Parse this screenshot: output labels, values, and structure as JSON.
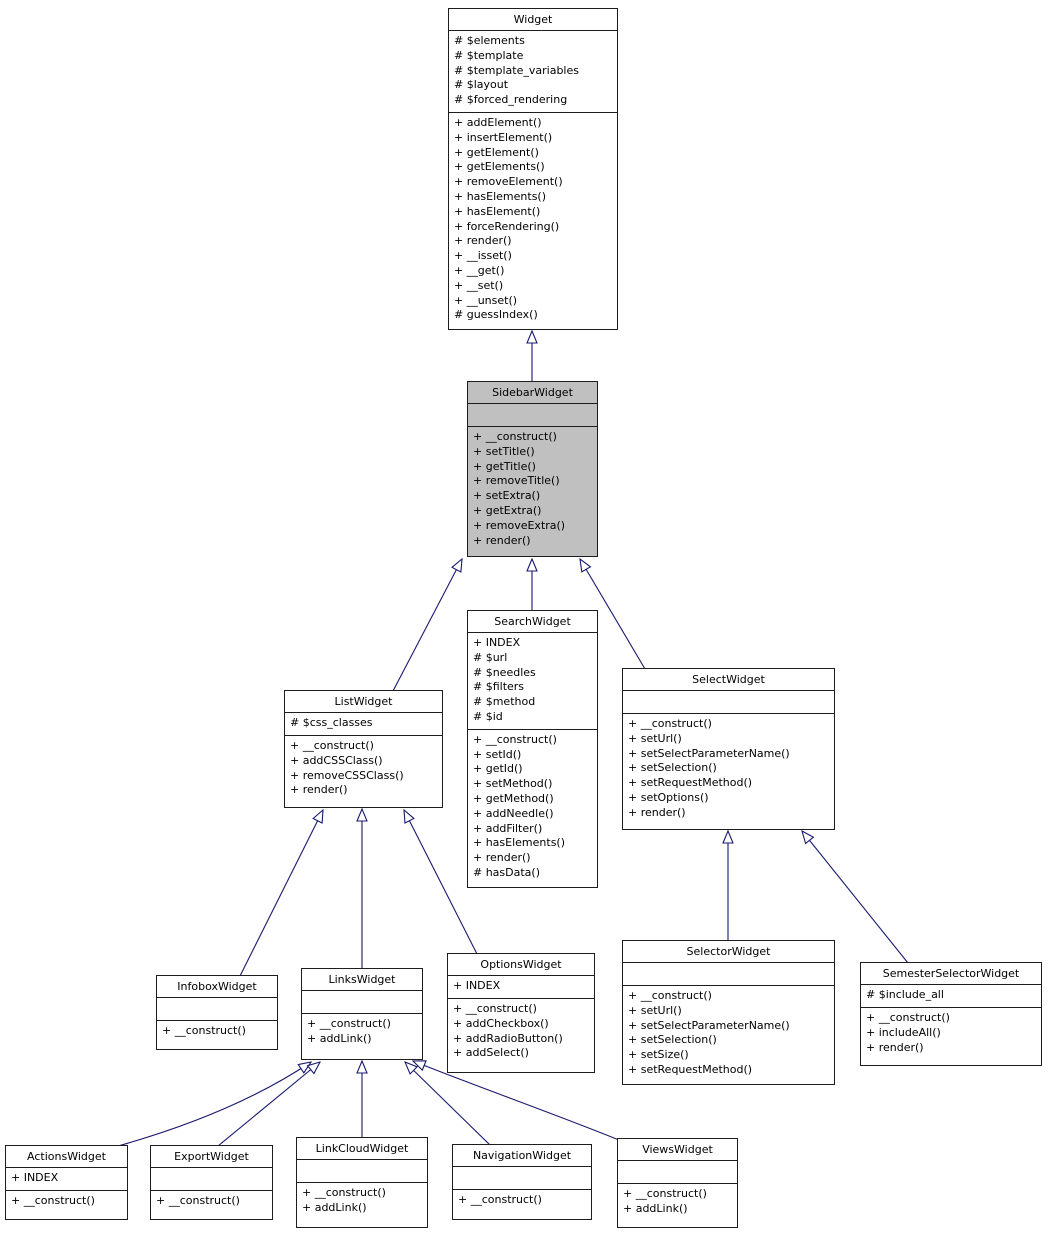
{
  "colors": {
    "edge": "#191970",
    "border": "#1d1d1d",
    "node_fill": "#ffffff",
    "highlight_fill": "#c0c0c0"
  },
  "classes": [
    {
      "name": "Widget",
      "attributes": [
        "# $elements",
        "# $template",
        "# $template_variables",
        "# $layout",
        "# $forced_rendering"
      ],
      "methods": [
        "+ addElement()",
        "+ insertElement()",
        "+ getElement()",
        "+ getElements()",
        "+ removeElement()",
        "+ hasElements()",
        "+ hasElement()",
        "+ forceRendering()",
        "+ render()",
        "+ __isset()",
        "+ __get()",
        "+ __set()",
        "+ __unset()",
        "# guessIndex()"
      ]
    },
    {
      "name": "SidebarWidget",
      "attributes": [],
      "methods": [
        "+ __construct()",
        "+ setTitle()",
        "+ getTitle()",
        "+ removeTitle()",
        "+ setExtra()",
        "+ getExtra()",
        "+ removeExtra()",
        "+ render()"
      ]
    },
    {
      "name": "SearchWidget",
      "attributes": [
        "+ INDEX",
        "# $url",
        "# $needles",
        "# $filters",
        "# $method",
        "# $id"
      ],
      "methods": [
        "+ __construct()",
        "+ setId()",
        "+ getId()",
        "+ setMethod()",
        "+ getMethod()",
        "+ addNeedle()",
        "+ addFilter()",
        "+ hasElements()",
        "+ render()",
        "# hasData()"
      ]
    },
    {
      "name": "ListWidget",
      "attributes": [
        "# $css_classes"
      ],
      "methods": [
        "+ __construct()",
        "+ addCSSClass()",
        "+ removeCSSClass()",
        "+ render()"
      ]
    },
    {
      "name": "SelectWidget",
      "attributes": [],
      "methods": [
        "+ __construct()",
        "+ setUrl()",
        "+ setSelectParameterName()",
        "+ setSelection()",
        "+ setRequestMethod()",
        "+ setOptions()",
        "+ render()"
      ]
    },
    {
      "name": "InfoboxWidget",
      "attributes": [],
      "methods": [
        "+ __construct()"
      ]
    },
    {
      "name": "LinksWidget",
      "attributes": [],
      "methods": [
        "+ __construct()",
        "+ addLink()"
      ]
    },
    {
      "name": "OptionsWidget",
      "attributes": [
        "+ INDEX"
      ],
      "methods": [
        "+ __construct()",
        "+ addCheckbox()",
        "+ addRadioButton()",
        "+ addSelect()"
      ]
    },
    {
      "name": "SelectorWidget",
      "attributes": [],
      "methods": [
        "+ __construct()",
        "+ setUrl()",
        "+ setSelectParameterName()",
        "+ setSelection()",
        "+ setSize()",
        "+ setRequestMethod()"
      ]
    },
    {
      "name": "SemesterSelectorWidget",
      "attributes": [
        "# $include_all"
      ],
      "methods": [
        "+ __construct()",
        "+ includeAll()",
        "+ render()"
      ]
    },
    {
      "name": "ActionsWidget",
      "attributes": [
        "+ INDEX"
      ],
      "methods": [
        "+ __construct()"
      ]
    },
    {
      "name": "ExportWidget",
      "attributes": [],
      "methods": [
        "+ __construct()"
      ]
    },
    {
      "name": "LinkCloudWidget",
      "attributes": [],
      "methods": [
        "+ __construct()",
        "+ addLink()"
      ]
    },
    {
      "name": "NavigationWidget",
      "attributes": [],
      "methods": [
        "+ __construct()"
      ]
    },
    {
      "name": "ViewsWidget",
      "attributes": [],
      "methods": [
        "+ __construct()",
        "+ addLink()"
      ]
    }
  ],
  "edges": [
    {
      "from": "SidebarWidget",
      "to": "Widget",
      "type": "inheritance"
    },
    {
      "from": "ListWidget",
      "to": "SidebarWidget",
      "type": "inheritance"
    },
    {
      "from": "SearchWidget",
      "to": "SidebarWidget",
      "type": "inheritance"
    },
    {
      "from": "SelectWidget",
      "to": "SidebarWidget",
      "type": "inheritance"
    },
    {
      "from": "InfoboxWidget",
      "to": "ListWidget",
      "type": "inheritance"
    },
    {
      "from": "LinksWidget",
      "to": "ListWidget",
      "type": "inheritance"
    },
    {
      "from": "OptionsWidget",
      "to": "ListWidget",
      "type": "inheritance"
    },
    {
      "from": "SelectorWidget",
      "to": "SelectWidget",
      "type": "inheritance"
    },
    {
      "from": "SemesterSelectorWidget",
      "to": "SelectWidget",
      "type": "inheritance"
    },
    {
      "from": "ActionsWidget",
      "to": "LinksWidget",
      "type": "inheritance"
    },
    {
      "from": "ExportWidget",
      "to": "LinksWidget",
      "type": "inheritance"
    },
    {
      "from": "LinkCloudWidget",
      "to": "LinksWidget",
      "type": "inheritance"
    },
    {
      "from": "NavigationWidget",
      "to": "LinksWidget",
      "type": "inheritance"
    },
    {
      "from": "ViewsWidget",
      "to": "LinksWidget",
      "type": "inheritance"
    }
  ]
}
